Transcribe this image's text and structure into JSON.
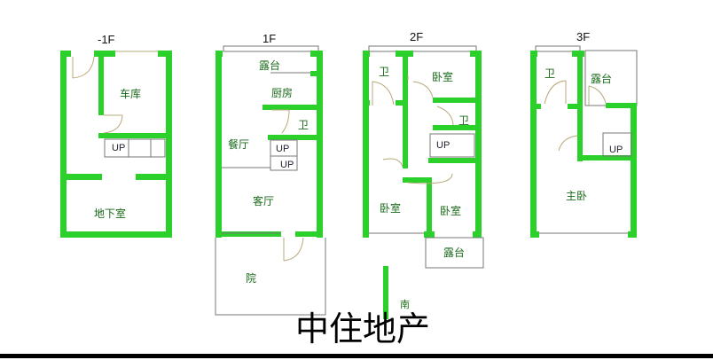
{
  "floors": [
    {
      "label": "-1F",
      "rooms": [
        "车库",
        "地下室"
      ],
      "stairs": "UP"
    },
    {
      "label": "1F",
      "rooms": [
        "露台",
        "厨房",
        "卫",
        "餐厅",
        "客厅",
        "院"
      ],
      "stairs": [
        "UP",
        "UP"
      ]
    },
    {
      "label": "2F",
      "rooms": [
        "卫",
        "卧室",
        "卫",
        "卧室",
        "卧室",
        "露台"
      ],
      "stairs": "UP"
    },
    {
      "label": "3F",
      "rooms": [
        "卫",
        "露台",
        "主卧"
      ],
      "stairs": "UP"
    }
  ],
  "compass": {
    "label": "南"
  },
  "title": "中住地产",
  "colors": {
    "wall": "#2bd02b",
    "text": "#1a6a1a"
  }
}
